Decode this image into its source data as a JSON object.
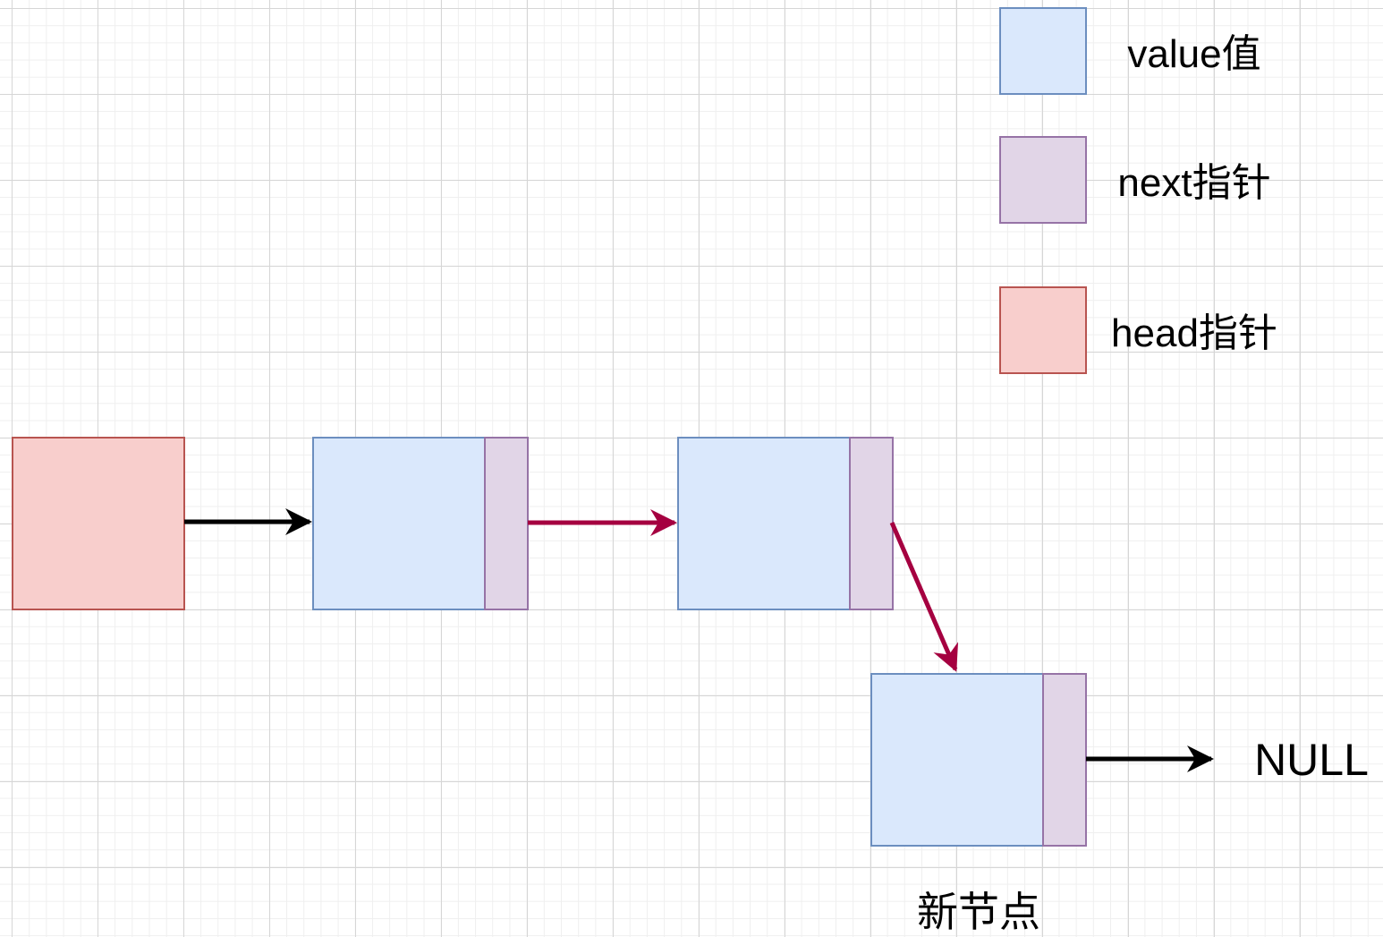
{
  "colors": {
    "value_fill": "#dae8fc",
    "value_stroke": "#6c8ebf",
    "next_fill": "#e1d5e7",
    "next_stroke": "#9673a6",
    "head_fill": "#f8cecc",
    "head_stroke": "#b85450",
    "arrow_black": "#000000",
    "arrow_red": "#a50040"
  },
  "legend": {
    "value_label": "value值",
    "next_label": "next指针",
    "head_label": "head指针"
  },
  "nodes": {
    "new_node_label": "新节点",
    "null_label": "NULL"
  }
}
